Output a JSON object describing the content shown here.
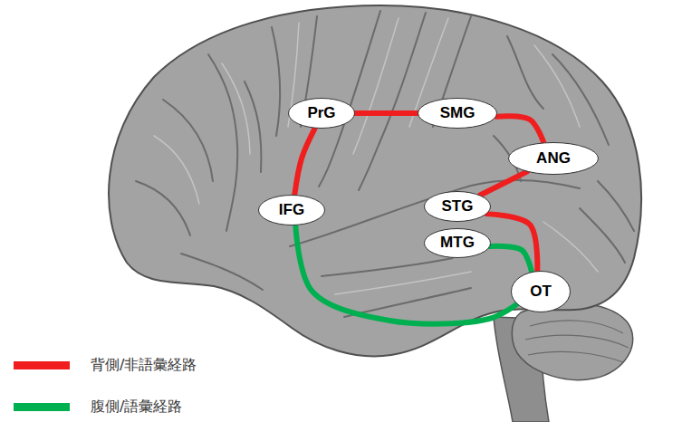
{
  "diagram": {
    "nodes": [
      {
        "text": [
          "PrG"
        ]
      },
      {
        "text": [
          "SMG"
        ]
      },
      {
        "text": [
          "ANG"
        ]
      },
      {
        "text": [
          "IFG"
        ]
      },
      {
        "text": [
          "STG"
        ]
      },
      {
        "text": [
          "MTG"
        ]
      },
      {
        "text": [
          "OT"
        ]
      }
    ],
    "edges": [
      {
        "from": 3,
        "to": 0,
        "arrow": "none"
      },
      {
        "from": 0,
        "to": 1,
        "arrow": "none"
      },
      {
        "from": 1,
        "to": 2,
        "arrow": "none"
      },
      {
        "from": 2,
        "to": 4,
        "arrow": "none"
      },
      {
        "from": 4,
        "to": 6,
        "arrow": "none"
      },
      {
        "from": 3,
        "to": 6,
        "arrow": "none"
      },
      {
        "from": 5,
        "to": 6,
        "arrow": "none"
      }
    ],
    "legend": [
      {
        "text": "背側/非語彙経路",
        "color": "#f01e1e"
      },
      {
        "text": "腹側/語彙経路",
        "color": "#00b050"
      }
    ]
  }
}
